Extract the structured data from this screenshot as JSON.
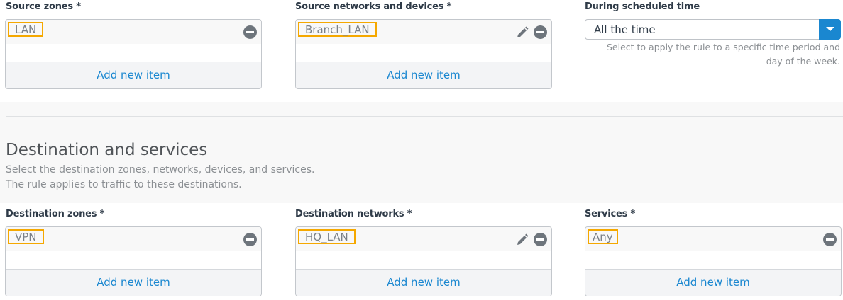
{
  "source": {
    "zones": {
      "label": "Source zones *",
      "items": [
        "LAN"
      ],
      "add_label": "Add new item"
    },
    "networks": {
      "label": "Source networks and devices *",
      "items": [
        "Branch_LAN"
      ],
      "add_label": "Add new item"
    },
    "schedule": {
      "label": "During scheduled time",
      "value": "All the time",
      "hint": "Select to apply the rule to a specific time period and day of the week."
    }
  },
  "destination": {
    "title": "Destination and services",
    "desc1": "Select the destination zones, networks, devices, and services.",
    "desc2": "The rule applies to traffic to these destinations.",
    "zones": {
      "label": "Destination zones *",
      "items": [
        "VPN"
      ],
      "add_label": "Add new item"
    },
    "networks": {
      "label": "Destination networks *",
      "items": [
        "HQ_LAN"
      ],
      "add_label": "Add new item"
    },
    "services": {
      "label": "Services *",
      "items": [
        "Any"
      ],
      "add_label": "Add new item"
    }
  },
  "colors": {
    "accent": "#1a87d0",
    "highlight": "#f5a800"
  }
}
